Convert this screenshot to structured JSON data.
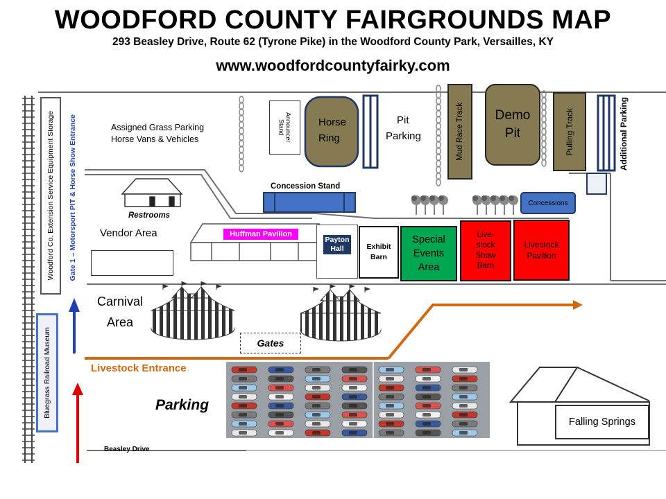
{
  "header": {
    "title": "WOODFORD COUNTY FAIRGROUNDS MAP",
    "address": "293 Beasley Drive, Route 62 (Tyrone Pike) in the Woodford County Park, Versailles, KY",
    "website": "www.woodfordcountyfairky.com"
  },
  "labels": {
    "storage": "Woodford Co. Extension Service Equipment Storage",
    "gate1": "Gate 1 – Motorsport PIT & Horse Show Entrance",
    "museum": "Bluegrass Railroad Museum",
    "grass_parking_1": "Assigned Grass Parking",
    "grass_parking_2": "Horse Vans & Vehicles",
    "announcer_stand": "Announcer Stand",
    "horse_ring_1": "Horse",
    "horse_ring_2": "Ring",
    "pit_parking_1": "Pit",
    "pit_parking_2": "Parking",
    "mud_race": "Mud Race Track",
    "demo_pit_1": "Demo",
    "demo_pit_2": "Pit",
    "pulling_track": "Pulling Track",
    "additional_parking": "Additional Parking",
    "concession_stand": "Concession Stand",
    "concessions": "Concessions",
    "restrooms": "Restrooms",
    "vendor_area": "Vendor Area",
    "huffman": "Huffman Pavilion",
    "payton_1": "Payton",
    "payton_2": "Hall",
    "exhibit_1": "Exhibit",
    "exhibit_2": "Barn",
    "special_1": "Special",
    "special_2": "Events",
    "special_3": "Area",
    "show_barn_1": "Live-",
    "show_barn_2": "stock",
    "show_barn_3": "Show",
    "show_barn_4": "Barn",
    "livestock_pavilion_1": "Livestock",
    "livestock_pavilion_2": "Pavilion",
    "carnival_1": "Carnival",
    "carnival_2": "Area",
    "gates": "Gates",
    "livestock_entrance": "Livestock Entrance",
    "parking": "Parking",
    "falling_springs": "Falling Springs",
    "beasley_drive": "Beasley Drive"
  },
  "colors": {
    "olive": "#857a52",
    "blue_fill": "#4472c4",
    "navy": "#1f3864",
    "green": "#00a650",
    "red": "#ff0000",
    "orange": "#d06a10",
    "magenta": "#ff00ff",
    "gate_blue": "#1f40b0",
    "arrow_red": "#e00000"
  }
}
